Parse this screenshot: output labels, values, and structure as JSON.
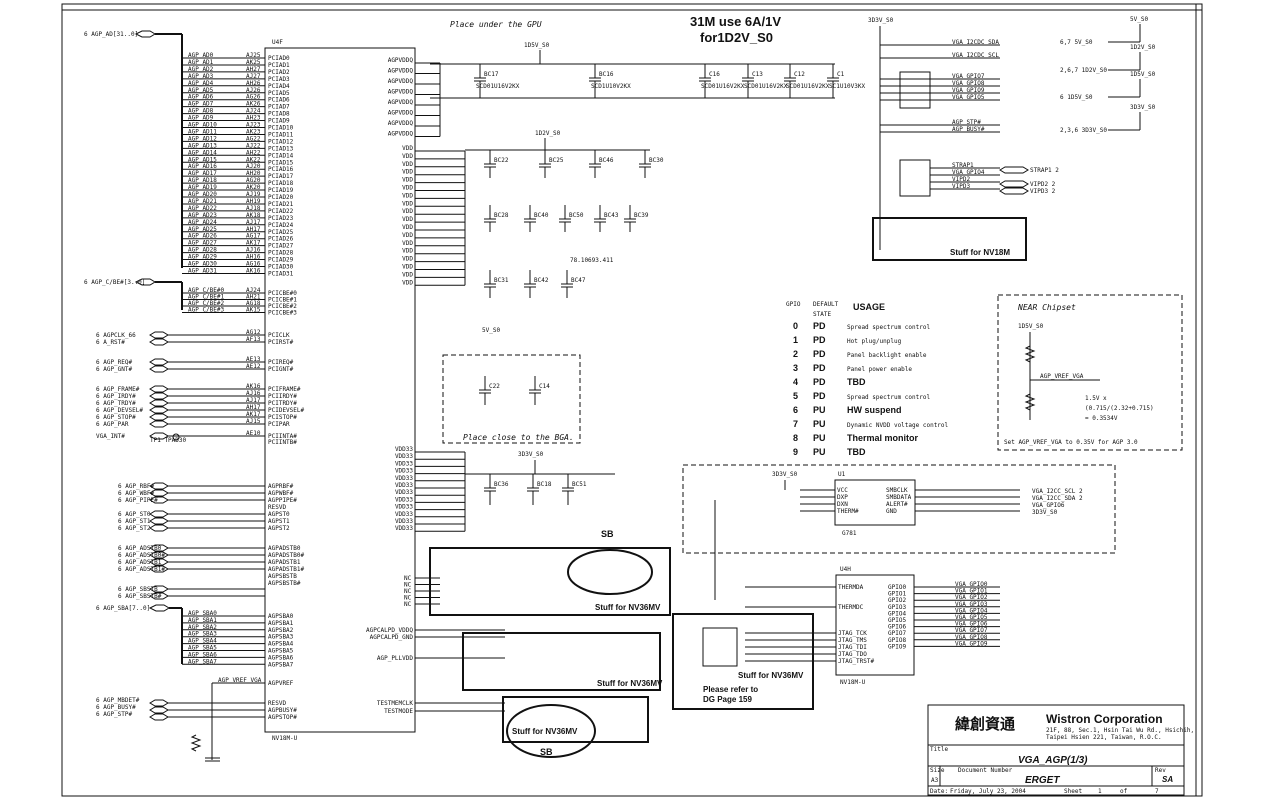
{
  "page": {
    "header_note": "Place under the GPU",
    "power_note_line1": "31M use 6A/1V",
    "power_note_line2": "for1D2V_S0",
    "place_close_note": "Place close to the BGA.",
    "ref_u4f": "U4F",
    "part_u4f": "NV18M-U",
    "part_u4h": "NV18M-U",
    "ref_u4h": "U4H",
    "ref_u1": "U1",
    "part_u1": "G781",
    "stuff_nv18m": "Stuff for NV18M",
    "stuff_nv36mv": "Stuff for NV36MV",
    "sb_label": "SB",
    "refer_line1": "Please refer to",
    "refer_line2": "DG Page 159",
    "near_chipset": "NEAR Chipset",
    "vref_note": "Set AGP_VREF_VGA to 0.35V for AGP 3.0",
    "formula_l1": "1.5V x",
    "formula_l2": "(0.715/(2.32+0.715)",
    "formula_l3": "= 0.3534V",
    "part_no": "78.10693.411"
  },
  "rails": {
    "v1d5": "1D5V_S0",
    "v1d2": "1D2V_S0",
    "v3d3": "3D3V_S0",
    "v5": "5V_S0"
  },
  "left_buses": {
    "ad": "6 AGP_AD[31..0]",
    "cbe": "6 AGP_C/BE#[3..0]",
    "sba": "6 AGP_SBA[7..0]"
  },
  "ad_pins": [
    "AGP_AD0",
    "AGP_AD1",
    "AGP_AD2",
    "AGP_AD3",
    "AGP_AD4",
    "AGP_AD5",
    "AGP_AD6",
    "AGP_AD7",
    "AGP_AD8",
    "AGP_AD9",
    "AGP_AD10",
    "AGP_AD11",
    "AGP_AD12",
    "AGP_AD13",
    "AGP_AD14",
    "AGP_AD15",
    "AGP_AD16",
    "AGP_AD17",
    "AGP_AD18",
    "AGP_AD19",
    "AGP_AD20",
    "AGP_AD21",
    "AGP_AD22",
    "AGP_AD23",
    "AGP_AD24",
    "AGP_AD25",
    "AGP_AD26",
    "AGP_AD27",
    "AGP_AD28",
    "AGP_AD29",
    "AGP_AD30",
    "AGP_AD31"
  ],
  "ad_balls": [
    "AJ25",
    "AK25",
    "AH27",
    "AJ27",
    "AH26",
    "AJ26",
    "AG26",
    "AK26",
    "AJ24",
    "AH23",
    "AJ23",
    "AK23",
    "AG22",
    "AJ22",
    "AH22",
    "AK22",
    "AJ20",
    "AH20",
    "AG20",
    "AK20",
    "AJ19",
    "AH19",
    "AJ18",
    "AK18",
    "AJ17",
    "AH17",
    "AG17",
    "AK17",
    "AJ16",
    "AH16",
    "AG16",
    "AK16"
  ],
  "cbe_pins": [
    "AGP_C/BE#0",
    "AGP_C/BE#1",
    "AGP_C/BE#2",
    "AGP_C/BE#3"
  ],
  "cbe_balls": [
    "AJ24",
    "AH21",
    "AG18",
    "AK15"
  ],
  "ctl_signals": [
    "6 AGPCLK_66",
    "6 A_RST#",
    "6 AGP_REQ#",
    "6 AGP_GNT#",
    "6 AGP_FRAME#",
    "6 AGP_IRDY#",
    "6 AGP_TRDY#",
    "6 AGP_DEVSEL#",
    "6 AGP_STOP#",
    "6 AGP_PAR",
    "VGA_INT#"
  ],
  "ctl_balls": [
    "AG12",
    "AF13",
    "AE13",
    "AE12",
    "AK16",
    "AJ16",
    "AJ17",
    "AH17",
    "AK17",
    "AJ15",
    "AE10"
  ],
  "ctl_pins": [
    "PCICLK",
    "PCIRST#",
    "PCIREQ#",
    "PCIGNT#",
    "PCIFRAME#",
    "PCIIRDY#",
    "PCITRDY#",
    "PCIDEVSEL#",
    "PCISTOP#",
    "PCIPAR",
    "PCIINTA#",
    "PCIINTB#"
  ],
  "st_signals": [
    "6 AGP_RBF#",
    "6 AGP_WBF#",
    "6 AGP_PIPE#",
    "6 AGP_ST0",
    "6 AGP_ST1",
    "6 AGP_ST2"
  ],
  "st_pins": [
    "AGPRBF#",
    "AGPWBF#",
    "AGPPIPE#",
    "RESVD",
    "AGPST0",
    "AGPST1",
    "AGPST2"
  ],
  "ads_signals": [
    "6 AGP_ADSTB0",
    "6 AGP_ADSTB0#",
    "6 AGP_ADSTB1",
    "6 AGP_ADSTB1#",
    "6 AGP_SBSTB",
    "6 AGP_SBSTB#"
  ],
  "ads_pins": [
    "AGPADSTB0",
    "AGPADSTB0#",
    "AGPADSTB1",
    "AGPADSTB1#",
    "AGPSBSTB",
    "AGPSBSTB#"
  ],
  "sba_pins": [
    "AGP_SBA0",
    "AGP_SBA1",
    "AGP_SBA2",
    "AGP_SBA3",
    "AGP_SBA4",
    "AGP_SBA5",
    "AGP_SBA6",
    "AGP_SBA7"
  ],
  "sba_chip": [
    "AGPSBA0",
    "AGPSBA1",
    "AGPSBA2",
    "AGPSBA3",
    "AGPSBA4",
    "AGPSBA5",
    "AGPSBA6",
    "AGPSBA7"
  ],
  "misc_left": [
    "AGP_VREF_VGA",
    "6 AGP_MBDET#",
    "6 AGP_BUSY#",
    "6 AGP_STP#"
  ],
  "misc_pins": [
    "AGPVREF",
    "RESVD",
    "AGPBUSY#",
    "AGPSTOP#"
  ],
  "right_pins_u4f": [
    "AGPVDDQ",
    "AGPVDDQ",
    "AGPVDDQ",
    "AGPVDDQ",
    "AGPVDDQ",
    "AGPVDDQ",
    "AGPVDDQ",
    "AGPVDDQ"
  ],
  "vdd_pins": [
    "VDD",
    "VDD",
    "VDD",
    "VDD",
    "VDD",
    "VDD",
    "VDD",
    "VDD",
    "VDD",
    "VDD",
    "VDD",
    "VDD",
    "VDD",
    "VDD",
    "VDD",
    "VDD",
    "VDD",
    "VDD"
  ],
  "vdd33_pins": [
    "VDD33",
    "VDD33",
    "VDD33",
    "VDD33",
    "VDD33",
    "VDD33",
    "VDD33",
    "VDD33",
    "VDD33",
    "VDD33",
    "VDD33",
    "VDD33"
  ],
  "caps_top": [
    "BC17",
    "BC16",
    "C16",
    "C13",
    "C12",
    "C1"
  ],
  "caps_top_vals": [
    "SCD01U16V2KX",
    "SCD1U10V2KX",
    "SCD01U16V2KX",
    "SCD01U16V2KX",
    "SCD01U16V2KX",
    "SC1U10V3KX"
  ],
  "caps_mid1": [
    "BC22",
    "BC25",
    "BC46",
    "BC30"
  ],
  "caps_mid2": [
    "BC28",
    "BC40",
    "BC50",
    "BC43",
    "BC39"
  ],
  "caps_mid3": [
    "BC31",
    "BC42",
    "BC47"
  ],
  "caps_5v": [
    "C22",
    "C14"
  ],
  "caps_3v3": [
    "BC36",
    "BC18",
    "BC51"
  ],
  "gpio_table": {
    "head_gpio": "GPIO",
    "head_default": "DEFAULT",
    "head_state": "STATE",
    "head_usage": "USAGE",
    "rows": [
      {
        "n": "0",
        "s": "PD",
        "u": "Spread spectrum control"
      },
      {
        "n": "1",
        "s": "PD",
        "u": "Hot plug/unplug"
      },
      {
        "n": "2",
        "s": "PD",
        "u": "Panel backlight enable"
      },
      {
        "n": "3",
        "s": "PD",
        "u": "Panel power enable"
      },
      {
        "n": "4",
        "s": "PD",
        "u": "TBD"
      },
      {
        "n": "5",
        "s": "PD",
        "u": "Spread spectrum control"
      },
      {
        "n": "6",
        "s": "PU",
        "u": "HW suspend"
      },
      {
        "n": "7",
        "s": "PU",
        "u": "Dynamic NVDD voltage control"
      },
      {
        "n": "8",
        "s": "PU",
        "u": "Thermal monitor"
      },
      {
        "n": "9",
        "s": "PU",
        "u": "TBD"
      }
    ]
  },
  "power_taps": [
    "6,7 5V_S0",
    "1D2V_S0",
    "2,6,7 1D2V_S0",
    "6 1D5V_S0",
    "3D3V_S0",
    "2,3,6 3D3V_S0"
  ],
  "top_right_nets": [
    "VGA_I2CDC_SDA",
    "VGA_I2CDC_SCL",
    "VGA_GPIO7",
    "VGA_GPIO8",
    "VGA_GPIO9",
    "VGA_GPIO5",
    "AGP_STP#",
    "AGP_BUSY#"
  ],
  "strap_nets": [
    "STRAP1",
    "VGA_GPIO4",
    "VIPD2",
    "VIPD3"
  ],
  "strap_out": [
    "STRAP1 2",
    "VIPD2 2",
    "VIPD3 2"
  ],
  "u1_pins_l": [
    "VCC",
    "DXP",
    "DXN",
    "THERM#"
  ],
  "u1_pins_r": [
    "SMBCLK",
    "SMBDATA",
    "ALERT#",
    "GND"
  ],
  "u1_nets_r": [
    "VGA_I2CC_SCL 2",
    "VGA_I2CC_SDA 2",
    "VGA_GPIO6",
    "3D3V_S0"
  ],
  "u4h_pins_l": [
    "THERMDA",
    "THERMDC",
    "JTAG_TCK",
    "JTAG_TMS",
    "JTAG_TDI",
    "JTAG_TDO",
    "JTAG_TRST#"
  ],
  "u4h_pins_r": [
    "GPIO0",
    "GPIO1",
    "GPIO2",
    "GPIO3",
    "GPIO4",
    "GPIO5",
    "GPIO6",
    "GPIO7",
    "GPIO8",
    "GPIO9"
  ],
  "u4h_nets_r": [
    "VGA_GPIO0",
    "VGA_GPIO1",
    "VGA_GPIO2",
    "VGA_GPIO3",
    "VGA_GPIO4",
    "VGA_GPIO5",
    "VGA_GPIO6",
    "VGA_GPIO7",
    "VGA_GPIO8",
    "VGA_GPIO9"
  ],
  "nc_pins": [
    "NC",
    "NC",
    "NC",
    "NC",
    "NC"
  ],
  "pll_pins": [
    "AGPCALPD_VDDQ",
    "AGPCALPD_GND",
    "AGP_PLLVDD",
    "TESTMEMCLK",
    "TESTMODE"
  ],
  "title_block": {
    "company_cn": "緯創資通",
    "company": "Wistron Corporation",
    "addr1": "21F, 88, Sec.1, Hsin Tai Wu Rd., Hsichih,",
    "addr2": "Taipei Hsien 221, Taiwan, R.O.C.",
    "title_label": "Title",
    "title": "VGA_AGP(1/3)",
    "size_label": "Size",
    "size": "A3",
    "doc_label": "Document Number",
    "doc": "ERGET",
    "rev_label": "Rev",
    "rev": "SA",
    "date_label": "Date:",
    "date": "Friday, July 23, 2004",
    "sheet_label": "Sheet",
    "sheet": "1",
    "of_label": "of",
    "of": "7"
  },
  "tp": "TP1  TPAD30"
}
